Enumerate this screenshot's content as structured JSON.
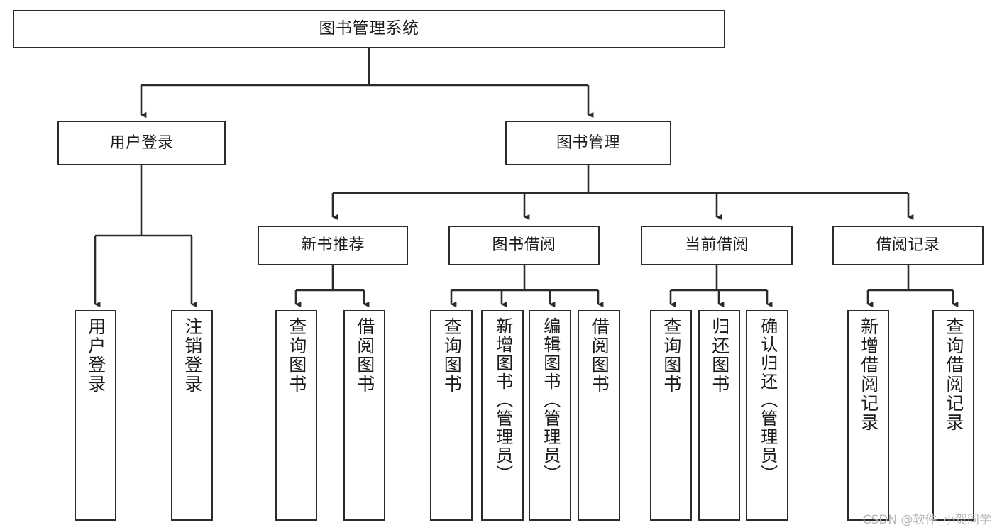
{
  "diagram": {
    "title": "图书管理系统",
    "type": "tree-hierarchy-chart",
    "colors": {
      "stroke": "#2b2b2b",
      "fill": "#ffffff",
      "text": "#1b1b1b",
      "watermark": "#b9b9b9"
    },
    "root": {
      "label": "图书管理系统"
    },
    "level2": [
      {
        "label": "用户登录"
      },
      {
        "label": "图书管理"
      }
    ],
    "level3": [
      {
        "label": "新书推荐"
      },
      {
        "label": "图书借阅"
      },
      {
        "label": "当前借阅"
      },
      {
        "label": "借阅记录"
      }
    ],
    "leaves": {
      "user_login": [
        {
          "label": "用户登录"
        },
        {
          "label": "注销登录"
        }
      ],
      "new_book_recommend": [
        {
          "label": "查询图书"
        },
        {
          "label": "借阅图书"
        }
      ],
      "book_borrow": [
        {
          "label": "查询图书"
        },
        {
          "label": "新增图书（管理员）"
        },
        {
          "label": "编辑图书（管理员）"
        },
        {
          "label": "借阅图书"
        }
      ],
      "current_borrow": [
        {
          "label": "查询图书"
        },
        {
          "label": "归还图书"
        },
        {
          "label": "确认归还（管理员）"
        }
      ],
      "borrow_record": [
        {
          "label": "新增借阅记录"
        },
        {
          "label": "查询借阅记录"
        }
      ]
    },
    "watermark": "CSDN @软件_小贺同学"
  }
}
